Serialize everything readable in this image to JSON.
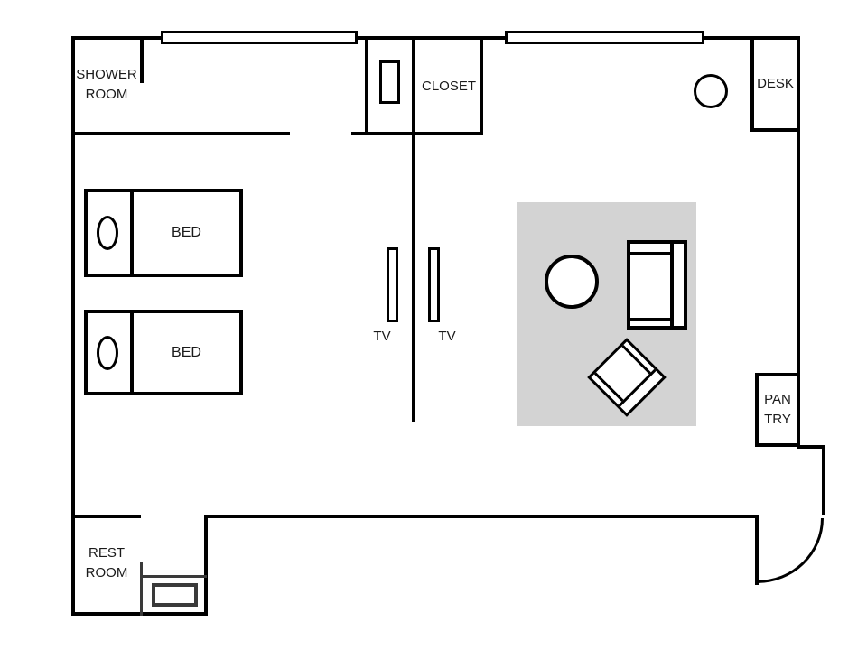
{
  "diagram": {
    "type": "floor-plan",
    "labels": {
      "shower_room": {
        "line1": "SHOWER",
        "line2": "ROOM"
      },
      "closet": "CLOSET",
      "desk": "DESK",
      "bed_1": "BED",
      "bed_2": "BED",
      "tv_1": "TV",
      "tv_2": "TV",
      "pantry": {
        "line1": "PAN",
        "line2": "TRY"
      },
      "rest_room": {
        "line1": "REST",
        "line2": "ROOM"
      }
    },
    "colors": {
      "wall": "#000000",
      "rug": "#d3d3d3",
      "fixture_stroke": "#3a3a3a",
      "background": "#ffffff",
      "text": "#1a1a1a"
    }
  }
}
